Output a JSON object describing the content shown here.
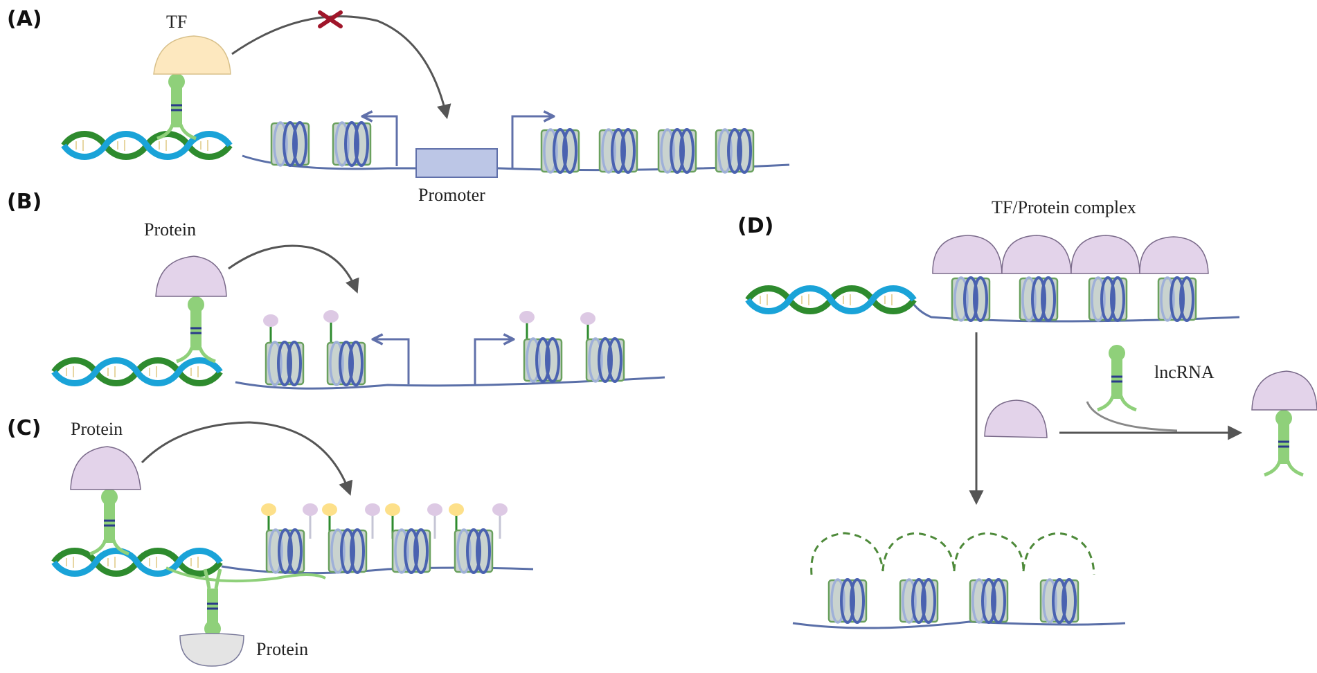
{
  "panels": {
    "a": {
      "label": "(A)",
      "tf": "TF",
      "promoter": "Promoter"
    },
    "b": {
      "label": "(B)",
      "protein": "Protein"
    },
    "c": {
      "label": "(C)",
      "protein_top": "Protein",
      "protein_bottom": "Protein"
    },
    "d": {
      "label": "(D)",
      "complex": "TF/Protein complex",
      "lncrna": "lncRNA"
    }
  },
  "colors": {
    "dna_blue": "#1aa3d8",
    "dna_green": "#2e8b2e",
    "strand": "#5a6fa8",
    "coil": "#4a62b0",
    "histone_fill": "#c9d3cf",
    "histone_edge": "#6aa15e",
    "lncrna_green": "#8fd07a",
    "lncrna_band": "#2a3a8a",
    "tf_fill": "#fde8bf",
    "protein_fill": "#e3d3ea",
    "protein_grey": "#e4e4e4",
    "promoter_fill": "#bcc6e6",
    "arrow": "#555555",
    "blocked_x": "#a0162a",
    "mark_yellow": "#fde08a",
    "mark_lilac": "#ddc9e4"
  },
  "icons": [
    "blocked-x-icon",
    "bent-arrow-icon"
  ]
}
